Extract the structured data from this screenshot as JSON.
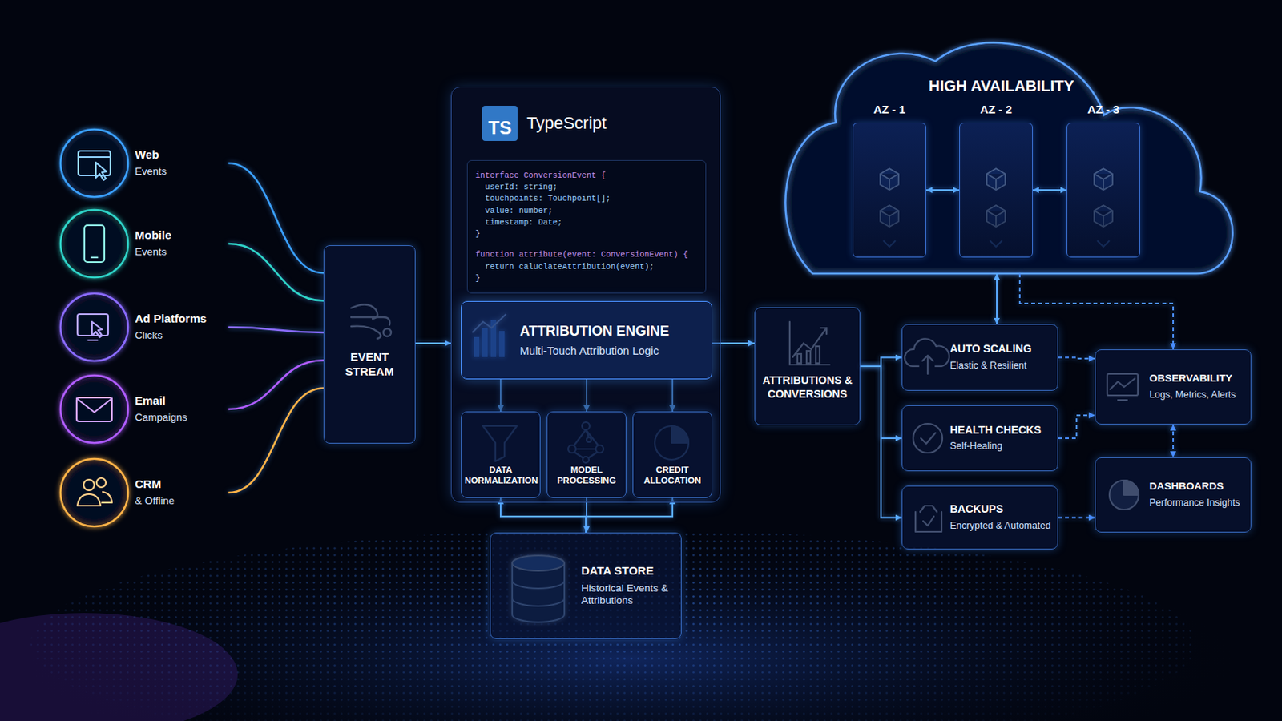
{
  "diagram": {
    "nodes": [
      {
        "text": [
          "Web",
          "Events"
        ]
      },
      {
        "text": [
          "Mobile",
          "Events"
        ]
      },
      {
        "text": [
          "Ad Platforms",
          "Clicks"
        ]
      },
      {
        "text": [
          "Email",
          "Campaigns"
        ]
      },
      {
        "text": [
          "CRM",
          "& Offline"
        ]
      },
      {
        "text": [
          "EVENT STREAM"
        ]
      },
      {
        "text": [
          "TS",
          "TypeScript"
        ]
      },
      {
        "text": [
          "interface ConversionEvent {",
          "userId: string;",
          "touchpoints: Touchpoint[];",
          "value: number;",
          "timestamp: Date;",
          "}",
          "function attribute(event: ConversionEvent) {",
          "return caluclateAttribution(event);",
          "}"
        ],
        "in": 6
      },
      {
        "text": [
          "ATTRIBUTION ENGINE",
          "Multi-Touch Attribution Logic"
        ],
        "in": 6
      },
      {
        "text": [
          "DATA NORMALIZATION"
        ],
        "in": 6
      },
      {
        "text": [
          "MODEL PROCESSING"
        ],
        "in": 6
      },
      {
        "text": [
          "CREDIT ALLOCATION"
        ],
        "in": 6
      },
      {
        "text": [
          "DATA STORE",
          "Historical Events & Attributions"
        ]
      },
      {
        "text": [
          "ATTRIBUTIONS & CONVERSIONS"
        ]
      },
      {
        "text": [
          "HIGH AVAILABILITY"
        ]
      },
      {
        "text": [
          "AZ - 1"
        ],
        "in": 14
      },
      {
        "text": [
          "AZ - 2"
        ],
        "in": 14
      },
      {
        "text": [
          "AZ - 3"
        ],
        "in": 14
      },
      {
        "text": [
          "AUTO SCALING",
          "Elastic & Resilient"
        ]
      },
      {
        "text": [
          "HEALTH CHECKS",
          "Self-Healing"
        ]
      },
      {
        "text": [
          "BACKUPS",
          "Encrypted & Automated"
        ]
      },
      {
        "text": [
          "OBSERVABILITY",
          "Logs, Metrics, Alerts"
        ]
      },
      {
        "text": [
          "DASHBOARDS",
          "Performance Insights"
        ]
      }
    ],
    "edges": [
      {
        "from": 0,
        "to": 5,
        "arrow": "none"
      },
      {
        "from": 1,
        "to": 5,
        "arrow": "none"
      },
      {
        "from": 2,
        "to": 5,
        "arrow": "none"
      },
      {
        "from": 3,
        "to": 5,
        "arrow": "none"
      },
      {
        "from": 4,
        "to": 5,
        "arrow": "none"
      },
      {
        "from": 5,
        "to": 6,
        "arrow": "to"
      },
      {
        "from": 8,
        "to": 9,
        "arrow": "to"
      },
      {
        "from": 8,
        "to": 10,
        "arrow": "to"
      },
      {
        "from": 8,
        "to": 11,
        "arrow": "to"
      },
      {
        "from": 12,
        "to": 9,
        "arrow": "to"
      },
      {
        "from": 10,
        "to": 12,
        "arrow": "to"
      },
      {
        "from": 12,
        "to": 11,
        "arrow": "to"
      },
      {
        "from": 8,
        "to": 13,
        "arrow": "to"
      },
      {
        "from": 15,
        "to": 16,
        "arrow": "both"
      },
      {
        "from": 16,
        "to": 17,
        "arrow": "both"
      },
      {
        "from": 14,
        "to": 18,
        "arrow": "both"
      },
      {
        "from": 13,
        "to": 18,
        "arrow": "to"
      },
      {
        "from": 13,
        "to": 19,
        "arrow": "to"
      },
      {
        "from": 13,
        "to": 20,
        "arrow": "to"
      },
      {
        "from": 18,
        "to": 21,
        "arrow": "to"
      },
      {
        "from": 19,
        "to": 21,
        "arrow": "to"
      },
      {
        "from": 20,
        "to": 22,
        "arrow": "to"
      },
      {
        "from": 14,
        "to": 21,
        "arrow": "to"
      },
      {
        "from": 21,
        "to": 22,
        "arrow": "both"
      }
    ]
  }
}
